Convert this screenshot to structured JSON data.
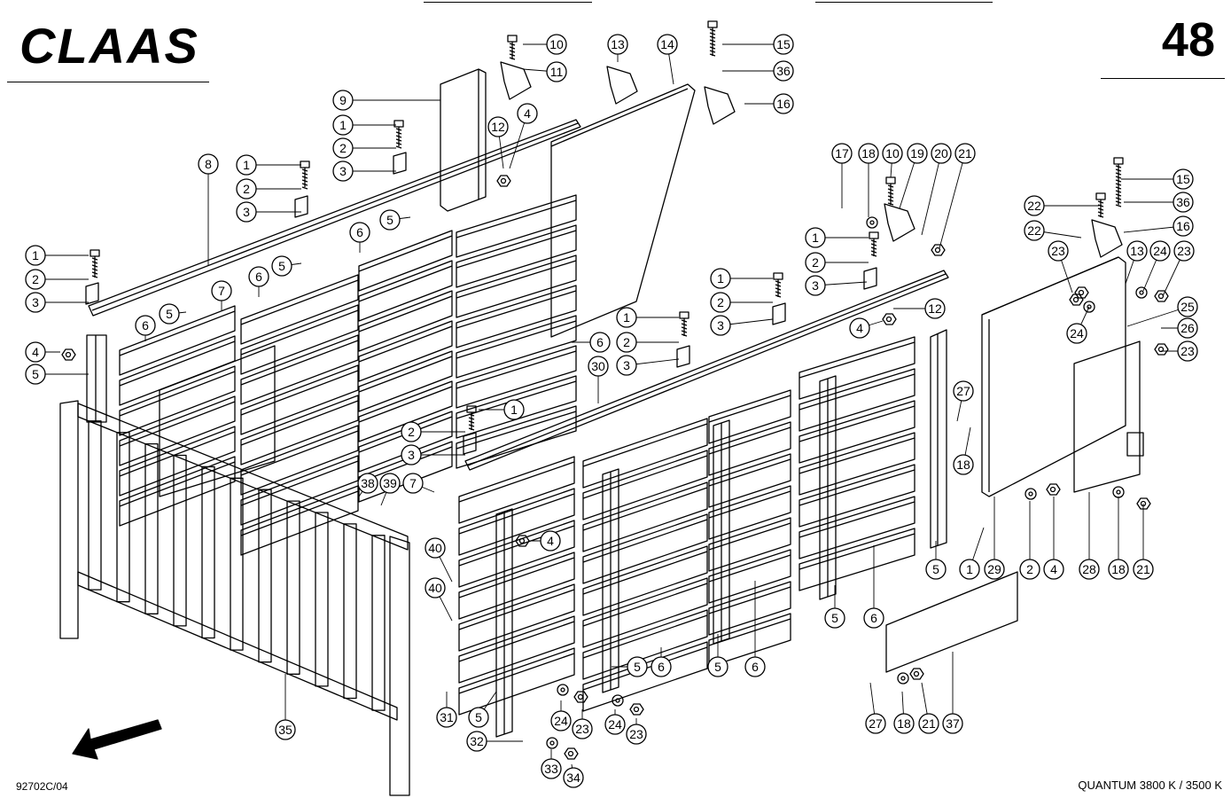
{
  "header": {
    "brand": "CLAAS",
    "page_number": "48"
  },
  "footer": {
    "drawing_number": "92702C/04",
    "model": "QUANTUM 3800 K / 3500 K"
  },
  "callouts": [
    {
      "id": "c-10a",
      "label": "10"
    },
    {
      "id": "c-11",
      "label": "11"
    },
    {
      "id": "c-13a",
      "label": "13"
    },
    {
      "id": "c-14",
      "label": "14"
    },
    {
      "id": "c-15a",
      "label": "15"
    },
    {
      "id": "c-36a",
      "label": "36"
    },
    {
      "id": "c-16a",
      "label": "16"
    },
    {
      "id": "c-9",
      "label": "9"
    },
    {
      "id": "c-1a",
      "label": "1"
    },
    {
      "id": "c-2a",
      "label": "2"
    },
    {
      "id": "c-3a",
      "label": "3"
    },
    {
      "id": "c-12a",
      "label": "12"
    },
    {
      "id": "c-4a",
      "label": "4"
    },
    {
      "id": "c-8",
      "label": "8"
    },
    {
      "id": "c-1b",
      "label": "1"
    },
    {
      "id": "c-2b",
      "label": "2"
    },
    {
      "id": "c-3b",
      "label": "3"
    },
    {
      "id": "c-5a",
      "label": "5"
    },
    {
      "id": "c-6a",
      "label": "6"
    },
    {
      "id": "c-5b",
      "label": "5"
    },
    {
      "id": "c-1c",
      "label": "1"
    },
    {
      "id": "c-2c",
      "label": "2"
    },
    {
      "id": "c-3c",
      "label": "3"
    },
    {
      "id": "c-6b",
      "label": "6"
    },
    {
      "id": "c-7a",
      "label": "7"
    },
    {
      "id": "c-5c",
      "label": "5"
    },
    {
      "id": "c-6c",
      "label": "6"
    },
    {
      "id": "c-4b",
      "label": "4"
    },
    {
      "id": "c-5d",
      "label": "5"
    },
    {
      "id": "c-17",
      "label": "17"
    },
    {
      "id": "c-18a",
      "label": "18"
    },
    {
      "id": "c-10b",
      "label": "10"
    },
    {
      "id": "c-19",
      "label": "19"
    },
    {
      "id": "c-20",
      "label": "20"
    },
    {
      "id": "c-21a",
      "label": "21"
    },
    {
      "id": "c-1d",
      "label": "1"
    },
    {
      "id": "c-2d",
      "label": "2"
    },
    {
      "id": "c-3d",
      "label": "3"
    },
    {
      "id": "c-1e",
      "label": "1"
    },
    {
      "id": "c-2e",
      "label": "2"
    },
    {
      "id": "c-3e",
      "label": "3"
    },
    {
      "id": "c-1f",
      "label": "1"
    },
    {
      "id": "c-2f",
      "label": "2"
    },
    {
      "id": "c-3f",
      "label": "3"
    },
    {
      "id": "c-12b",
      "label": "12"
    },
    {
      "id": "c-4c",
      "label": "4"
    },
    {
      "id": "c-6d",
      "label": "6"
    },
    {
      "id": "c-30",
      "label": "30"
    },
    {
      "id": "c-1g",
      "label": "1"
    },
    {
      "id": "c-2g",
      "label": "2"
    },
    {
      "id": "c-3g",
      "label": "3"
    },
    {
      "id": "c-15b",
      "label": "15"
    },
    {
      "id": "c-36b",
      "label": "36"
    },
    {
      "id": "c-16b",
      "label": "16"
    },
    {
      "id": "c-22a",
      "label": "22"
    },
    {
      "id": "c-22b",
      "label": "22"
    },
    {
      "id": "c-23a",
      "label": "23"
    },
    {
      "id": "c-13b",
      "label": "13"
    },
    {
      "id": "c-24a",
      "label": "24"
    },
    {
      "id": "c-23b",
      "label": "23"
    },
    {
      "id": "c-25",
      "label": "25"
    },
    {
      "id": "c-24b",
      "label": "24"
    },
    {
      "id": "c-26",
      "label": "26"
    },
    {
      "id": "c-23c",
      "label": "23"
    },
    {
      "id": "c-27a",
      "label": "27"
    },
    {
      "id": "c-18b",
      "label": "18"
    },
    {
      "id": "c-38",
      "label": "38"
    },
    {
      "id": "c-39",
      "label": "39"
    },
    {
      "id": "c-7b",
      "label": "7"
    },
    {
      "id": "c-4d",
      "label": "4"
    },
    {
      "id": "c-40a",
      "label": "40"
    },
    {
      "id": "c-40b",
      "label": "40"
    },
    {
      "id": "c-5e",
      "label": "5"
    },
    {
      "id": "c-1h",
      "label": "1"
    },
    {
      "id": "c-29",
      "label": "29"
    },
    {
      "id": "c-2h",
      "label": "2"
    },
    {
      "id": "c-4e",
      "label": "4"
    },
    {
      "id": "c-28",
      "label": "28"
    },
    {
      "id": "c-18c",
      "label": "18"
    },
    {
      "id": "c-21b",
      "label": "21"
    },
    {
      "id": "c-5f",
      "label": "5"
    },
    {
      "id": "c-6e",
      "label": "6"
    },
    {
      "id": "c-5g",
      "label": "5"
    },
    {
      "id": "c-6f",
      "label": "6"
    },
    {
      "id": "c-5h",
      "label": "5"
    },
    {
      "id": "c-6g",
      "label": "6"
    },
    {
      "id": "c-35",
      "label": "35"
    },
    {
      "id": "c-31",
      "label": "31"
    },
    {
      "id": "c-5i",
      "label": "5"
    },
    {
      "id": "c-32",
      "label": "32"
    },
    {
      "id": "c-24c",
      "label": "24"
    },
    {
      "id": "c-23d",
      "label": "23"
    },
    {
      "id": "c-24d",
      "label": "24"
    },
    {
      "id": "c-23e",
      "label": "23"
    },
    {
      "id": "c-33",
      "label": "33"
    },
    {
      "id": "c-34",
      "label": "34"
    },
    {
      "id": "c-27b",
      "label": "27"
    },
    {
      "id": "c-18d",
      "label": "18"
    },
    {
      "id": "c-21c",
      "label": "21"
    },
    {
      "id": "c-37",
      "label": "37"
    }
  ]
}
